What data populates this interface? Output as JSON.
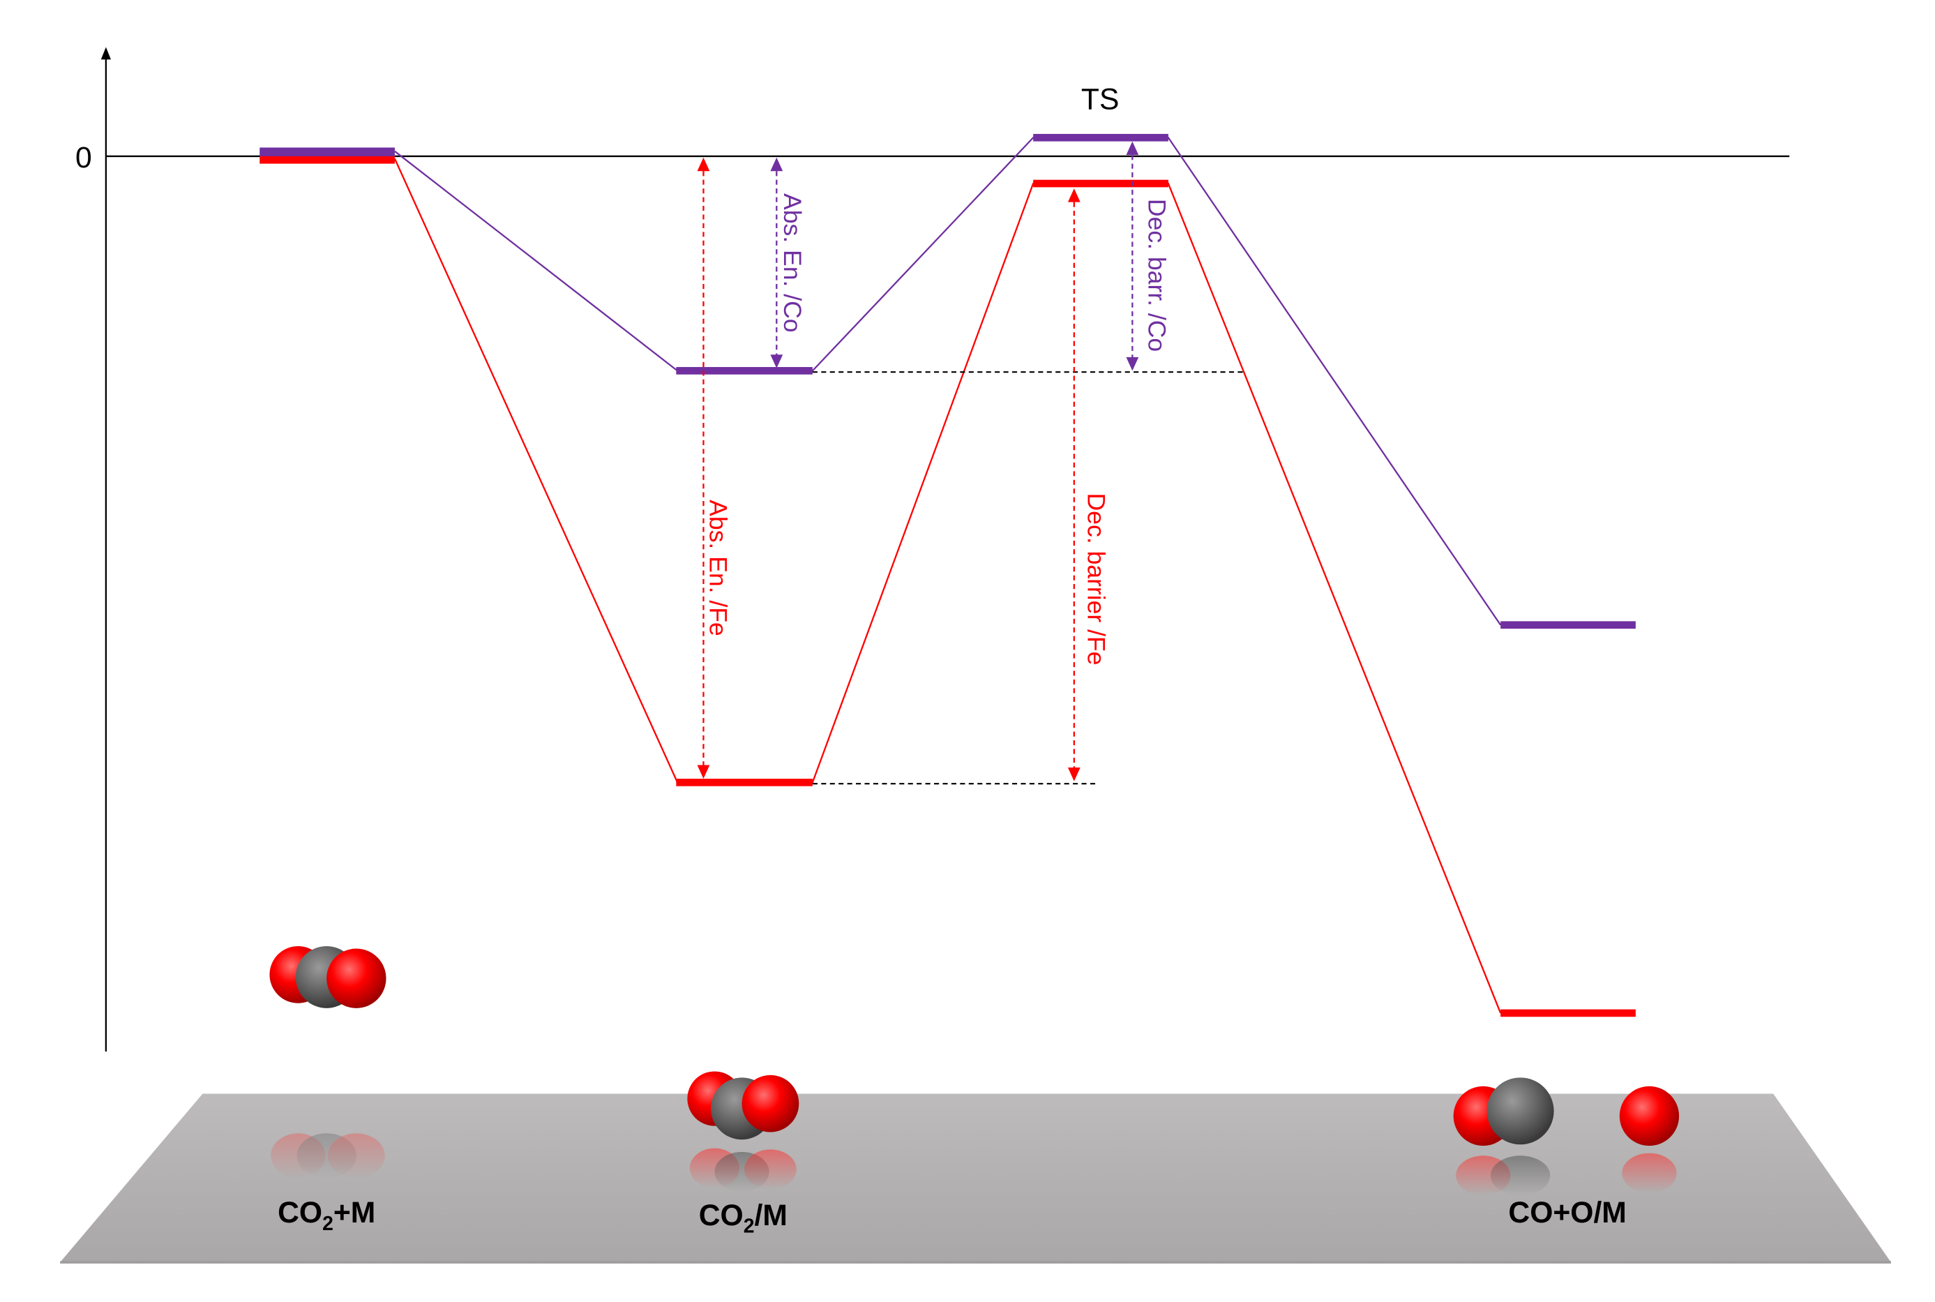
{
  "axis": {
    "zero_label": "0"
  },
  "ts_label": "TS",
  "colors": {
    "co": "#7030a0",
    "fe": "#ff0000",
    "dash": "#000000",
    "plane": "#b4b2b2",
    "oxygen": "#ff0000",
    "carbon": "#6e6e6e"
  },
  "annotations": {
    "abs_co": "Abs. En. /Co",
    "abs_fe": "Abs. En. /Fe",
    "dec_co": "Dec. barr. /Co",
    "dec_fe": "Dec. barrier /Fe"
  },
  "stages": {
    "s1": {
      "main": "CO",
      "sub": "2",
      "tail": "+M"
    },
    "s2": {
      "main": "CO",
      "sub": "2",
      "tail": "/M"
    },
    "s3": {
      "main": "CO+O/M",
      "sub": "",
      "tail": ""
    }
  },
  "molecules": [
    "CO2 molecule",
    "CO2 molecule adsorbed",
    "CO molecule",
    "O atom"
  ]
}
